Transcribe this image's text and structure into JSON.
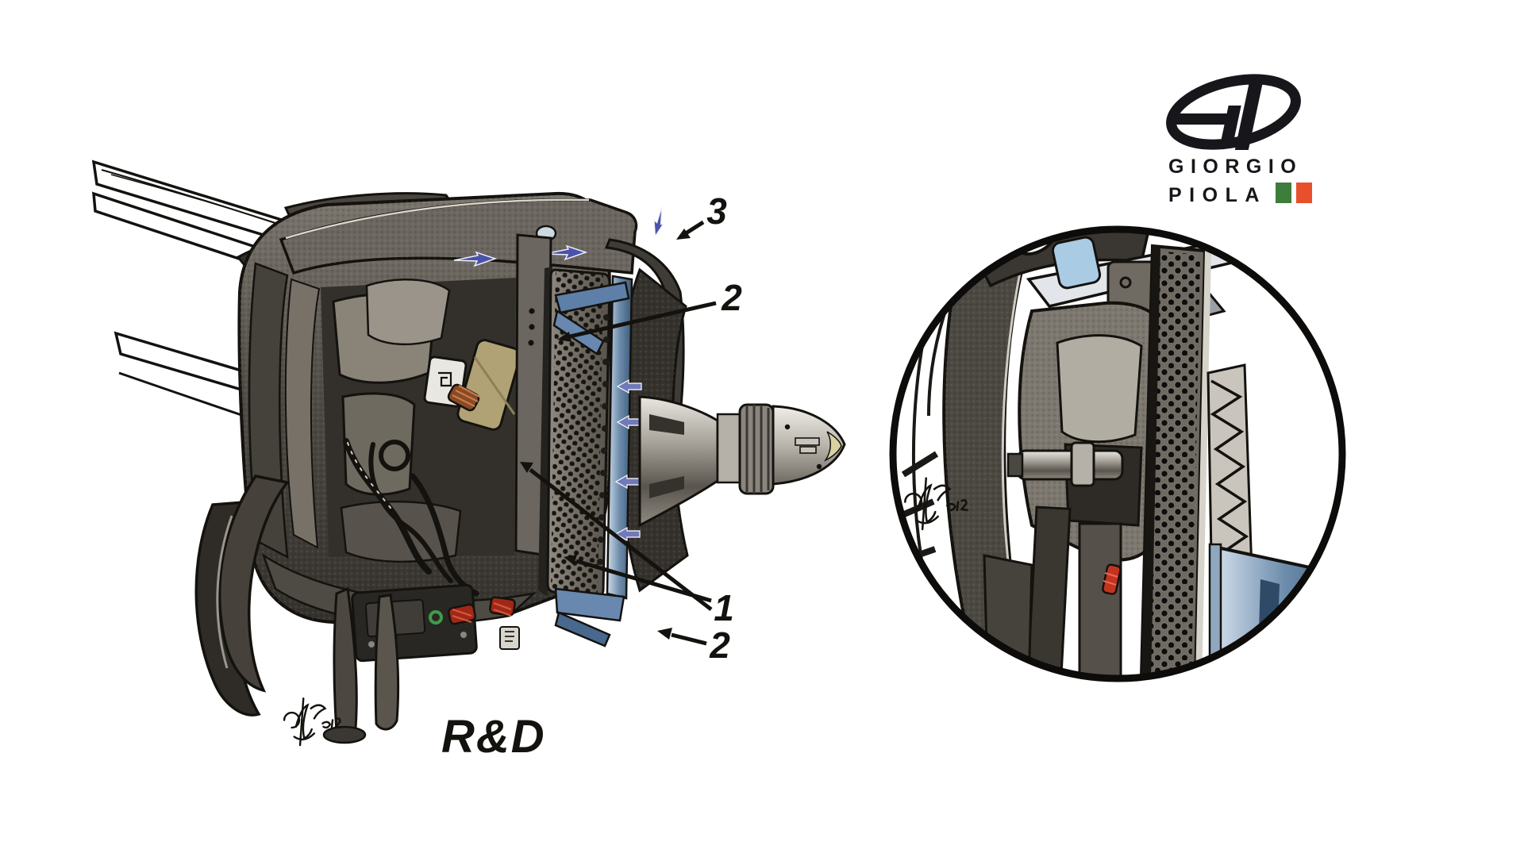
{
  "page": {
    "background": "#ffffff",
    "kind": "technical-illustration"
  },
  "brand": {
    "line1": "GIORGIO",
    "line2": "PIOLA",
    "monogram_icon": "gp-ellipse-monogram",
    "flag_green": "#3E7D3C",
    "flag_red": "#E8502B"
  },
  "figure": {
    "caption": "R&D",
    "callouts": [
      {
        "label": "3"
      },
      {
        "label": "2"
      },
      {
        "label": "1"
      },
      {
        "label": "2"
      }
    ],
    "signature_icon": "artist-signature-scribble",
    "airflow_icon": "airflow-arrow",
    "colors": {
      "airflow_blue": "#4A52AA",
      "steel_blue": "#6E8FB5",
      "carbon_dark": "#46423C",
      "carbon_mid": "#6B665F",
      "metal_light": "#D8D5CF",
      "khaki": "#B0A274",
      "sensor_red": "#A02818",
      "copper": "#8A4A26",
      "nose_tip_yellow": "#D8D2A2"
    }
  },
  "inset": {
    "shape": "circle",
    "signature_icon": "artist-signature-scribble"
  }
}
